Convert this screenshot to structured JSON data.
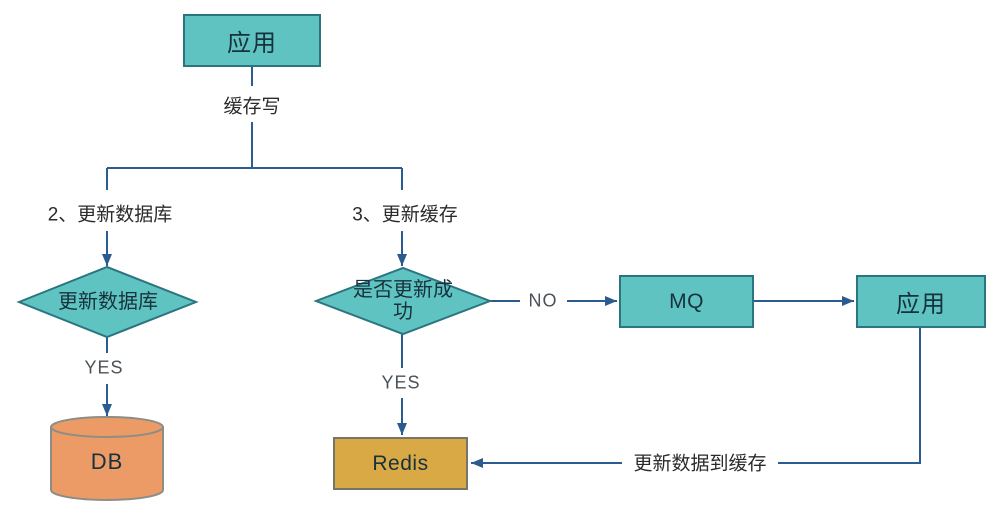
{
  "colors": {
    "teal-fill": "#5fc4c1",
    "teal-border": "#2b7580",
    "orange-fill": "#ec9b66",
    "orange-border": "#8d8d85",
    "gold-fill": "#d9a946",
    "gold-border": "#75756a",
    "arrow": "#2a5c90",
    "node-text": "#17323c",
    "label-text": "#2b2b2b",
    "yesno-text": "#4a5258"
  },
  "nodes": {
    "app_top": "应用",
    "decision_db": "更新数据库",
    "decision_cache_line1": "是否更新成",
    "decision_cache_line2": "功",
    "db": "DB",
    "mq": "MQ",
    "app_right": "应用",
    "redis": "Redis"
  },
  "labels": {
    "cache_write": "缓存写",
    "step2": "2、更新数据库",
    "step3": "3、更新缓存",
    "yes_left": "YES",
    "yes_right": "YES",
    "no": "NO",
    "update_data_to_cache": "更新数据到缓存"
  }
}
